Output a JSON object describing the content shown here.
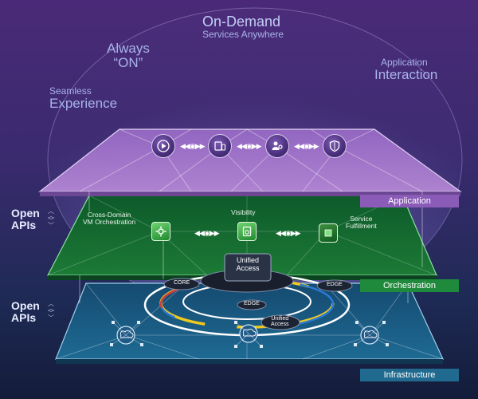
{
  "benefits": {
    "on_demand": {
      "line1": "On-Demand",
      "line2": "Services Anywhere"
    },
    "always_on": {
      "line1": "Always",
      "line2": "“ON”"
    },
    "seamless": {
      "line1": "Seamless",
      "line2": "Experience"
    },
    "application_interaction": {
      "line1": "Application",
      "line2": "Interaction"
    }
  },
  "open_apis": [
    {
      "line1": "Open",
      "line2": "APIs"
    },
    {
      "line1": "Open",
      "line2": "APIs"
    }
  ],
  "layers": {
    "application": {
      "label": "Application",
      "color": "#8b5bb8"
    },
    "orchestration": {
      "label": "Orchestration",
      "color": "#1f8a3c"
    },
    "infrastructure": {
      "label": "Infrastructure",
      "color": "#1f6a8e"
    }
  },
  "application_icons": [
    "play-icon",
    "device-icon",
    "user-gear-icon",
    "shield-icon"
  ],
  "orchestration": {
    "cross_domain": {
      "line1": "Cross-Domain",
      "line2": "VM Orchestration"
    },
    "visibility": {
      "line1": "Visibility"
    },
    "service_fulfillment": {
      "line1": "Service",
      "line2": "Fulfillment"
    }
  },
  "infrastructure": {
    "unified_access_main": {
      "line1": "Unified",
      "line2": "Access"
    },
    "core": "CORE",
    "edge_right": "EDGE",
    "edge_center": "EDGE",
    "unified_access_small": {
      "line1": "Unified",
      "line2": "Access"
    }
  }
}
